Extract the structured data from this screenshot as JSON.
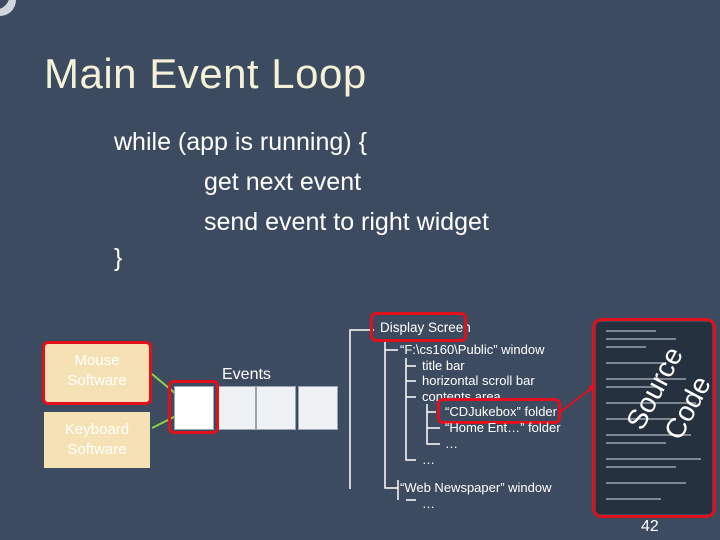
{
  "slide": {
    "title": "Main Event Loop",
    "code_lines": [
      "while (app is running) {",
      "get next event",
      "send event to right widget",
      "}"
    ],
    "mouse_label": "Mouse Software",
    "keyboard_label": "Keyboard Software",
    "events_label": "Events",
    "tree": {
      "display_screen": "Display Screen",
      "files_window": "“F:\\cs160\\Public” window",
      "title_bar": "title bar",
      "hscroll": "horizontal scroll bar",
      "contents_area": "contents area",
      "cdjukebox": "“CDJukebox” folder",
      "home_ent": "“Home Ent…” folder",
      "ellipsis": "…",
      "web_window": "“Web Newspaper” window"
    },
    "source_code_label_1": "Source",
    "source_code_label_2": "Code",
    "slide_number": "42"
  },
  "colors": {
    "background": "#3c4b5f",
    "title": "#f3f1d8",
    "highlight": "#e0101d",
    "software_box": "#f4e2b4"
  }
}
